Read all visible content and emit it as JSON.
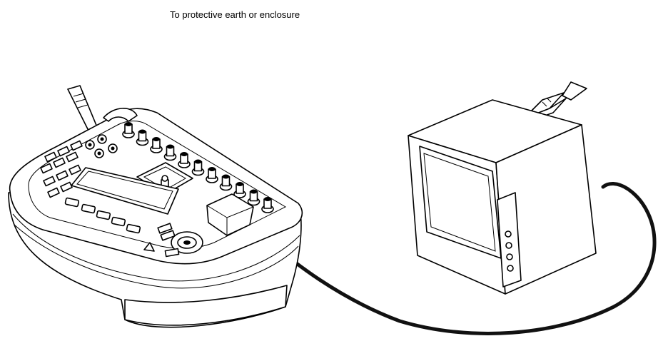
{
  "caption": "To protective earth or enclosure",
  "components": {
    "tester": "electrical-safety-analyzer",
    "device": "device-under-test-monitor",
    "earth_lead": "test-lead-with-alligator-clip",
    "mains_cable": "power-cable-to-outlet"
  },
  "colors": {
    "line": "#000000",
    "background": "#ffffff",
    "cable": "#111111"
  }
}
